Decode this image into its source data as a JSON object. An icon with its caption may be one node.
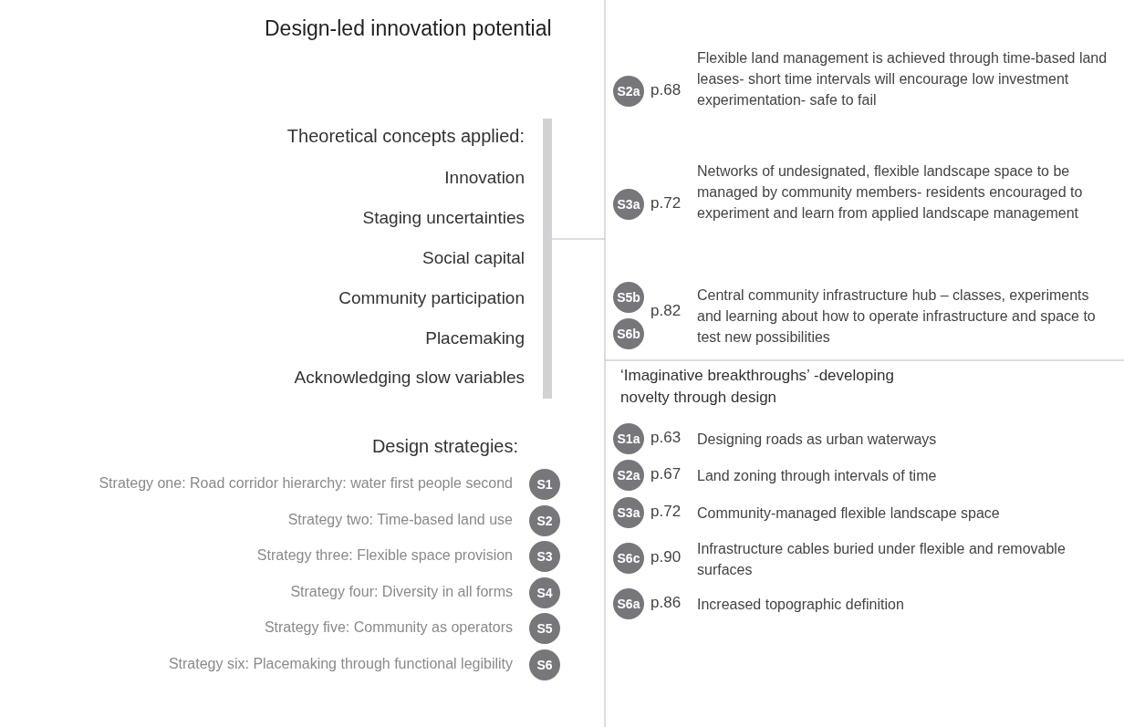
{
  "diagram": {
    "title": "Design-led innovation potential",
    "nodes": [
      {
        "text": [
          "S1"
        ],
        "beside": [
          "Strategy one: Road corridor hierarchy: water first people second"
        ]
      },
      {
        "text": [
          "S2"
        ],
        "beside": [
          "Strategy two: Time-based land use"
        ]
      },
      {
        "text": [
          "S3"
        ],
        "beside": [
          "Strategy three: Flexible space provision"
        ]
      },
      {
        "text": [
          "S4"
        ],
        "beside": [
          "Strategy four: Diversity in all forms"
        ]
      },
      {
        "text": [
          "S5"
        ],
        "beside": [
          "Strategy five: Community as operators"
        ]
      },
      {
        "text": [
          "S6"
        ],
        "beside": [
          "Strategy six: Placemaking through functional legibility"
        ]
      },
      {
        "text": [
          "S2a"
        ],
        "beside": [
          "p.68",
          "Flexible land management is achieved through time-based land leases- short time intervals will encourage low investment experimentation- safe to fail"
        ]
      },
      {
        "text": [
          "S3a"
        ],
        "beside": [
          "p.72",
          "Networks of undesignated, flexible landscape space to be managed by community members- residents encouraged to experiment and learn from applied landscape management"
        ]
      },
      {
        "text": [
          "S5b"
        ],
        "beside": [
          "p.82",
          "Central community infrastructure hub – classes, experiments and learning about how to operate infrastructure and space to test new possibilities"
        ]
      },
      {
        "text": [
          "S6b"
        ]
      },
      {
        "text": [
          "S1a"
        ],
        "beside": [
          "p.63",
          "Designing roads as urban waterways"
        ]
      },
      {
        "text": [
          "S2a"
        ],
        "beside": [
          "p.67",
          "Land zoning through intervals of time"
        ]
      },
      {
        "text": [
          "S3a"
        ],
        "beside": [
          "p.72",
          "Community-managed flexible landscape space"
        ]
      },
      {
        "text": [
          "S6c"
        ],
        "beside": [
          "p.90",
          "Infrastructure cables buried under flexible and removable surfaces"
        ]
      },
      {
        "text": [
          "S6a"
        ],
        "beside": [
          "p.86",
          "Increased topographic definition"
        ]
      }
    ],
    "labels": [
      "Theoretical concepts applied:",
      "Innovation",
      "Staging uncertainties",
      "Social capital",
      "Community participation",
      "Placemaking",
      "Acknowledging slow variables",
      "Design strategies:",
      "‘Imaginative breakthroughs’ -developing novelty through design"
    ]
  }
}
